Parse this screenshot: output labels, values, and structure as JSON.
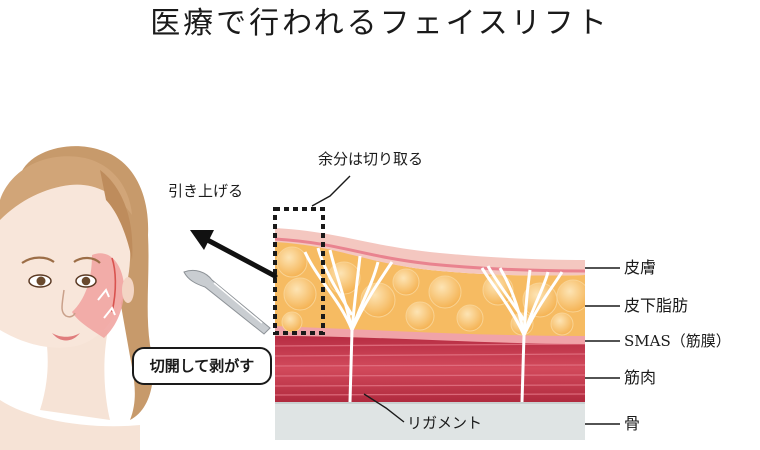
{
  "title": "医療で行われるフェイスリフト",
  "labels": {
    "excess": "余分は切り取る",
    "lift": "引き上げる",
    "incise": "切開して剥がす",
    "ligament": "リガメント"
  },
  "layers": [
    {
      "id": "skin",
      "label": "皮膚"
    },
    {
      "id": "fat",
      "label": "皮下脂肪"
    },
    {
      "id": "smas",
      "label": "SMAS（筋膜）"
    },
    {
      "id": "muscle",
      "label": "筋肉"
    },
    {
      "id": "bone",
      "label": "骨"
    }
  ],
  "colors": {
    "skin": "#f4c7c0",
    "skin_band": "#e9838f",
    "fat": "#f6bb62",
    "smas": "#f0a3a8",
    "muscle": "#c8354a",
    "bone": "#dfe4e4",
    "ligament": "#ffffff",
    "incision": "#f1a5a2"
  }
}
